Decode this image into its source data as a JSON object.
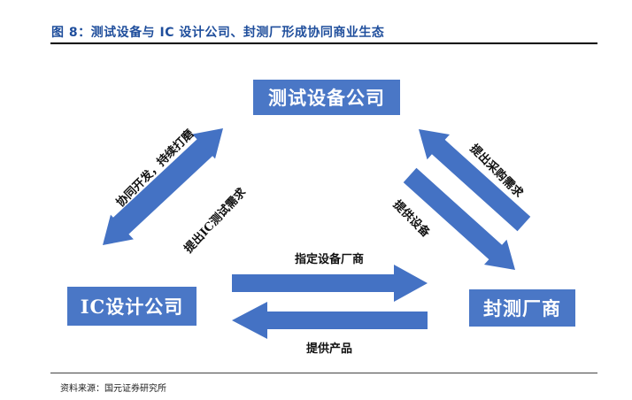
{
  "figure": {
    "title": "图 8：测试设备与 IC 设计公司、封测厂形成协同商业生态",
    "source": "资料来源：国元证券研究所"
  },
  "nodes": {
    "test_company": "测试设备公司",
    "ic_company": "IC设计公司",
    "osat": "封测厂商"
  },
  "arrows": {
    "ic_to_test": "协同开发，持续打磨",
    "test_to_ic": "提出IC测试需求",
    "test_to_osat": "提供设备",
    "osat_to_test": "提出采购需求",
    "ic_to_osat": "指定设备厂商",
    "osat_to_ic": "提供产品"
  },
  "colors": {
    "arrow": "#4472c4",
    "box": "#4a77c6",
    "title": "#1f4e9c"
  }
}
